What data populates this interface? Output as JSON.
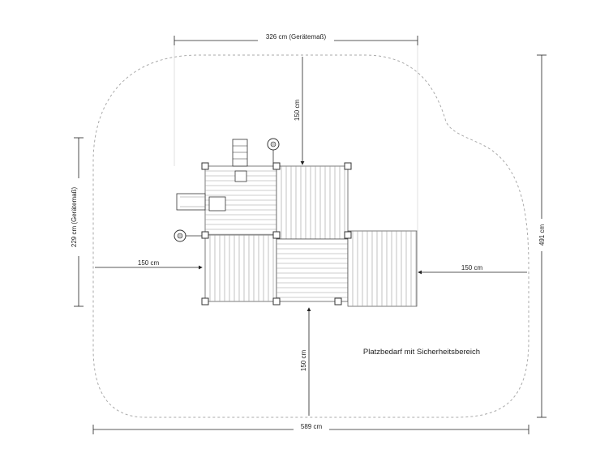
{
  "dimensions": {
    "top_width": "326 cm (Gerätemaß)",
    "left_height": "229 cm (Gerätemaß)",
    "right_height": "491 cm",
    "bottom_width": "589 cm",
    "top_clearance": "150 cm",
    "left_clearance": "150 cm",
    "right_clearance": "150 cm",
    "bottom_clearance": "150 cm"
  },
  "area_label": "Platzbedarf mit Sicherheitsbereich"
}
